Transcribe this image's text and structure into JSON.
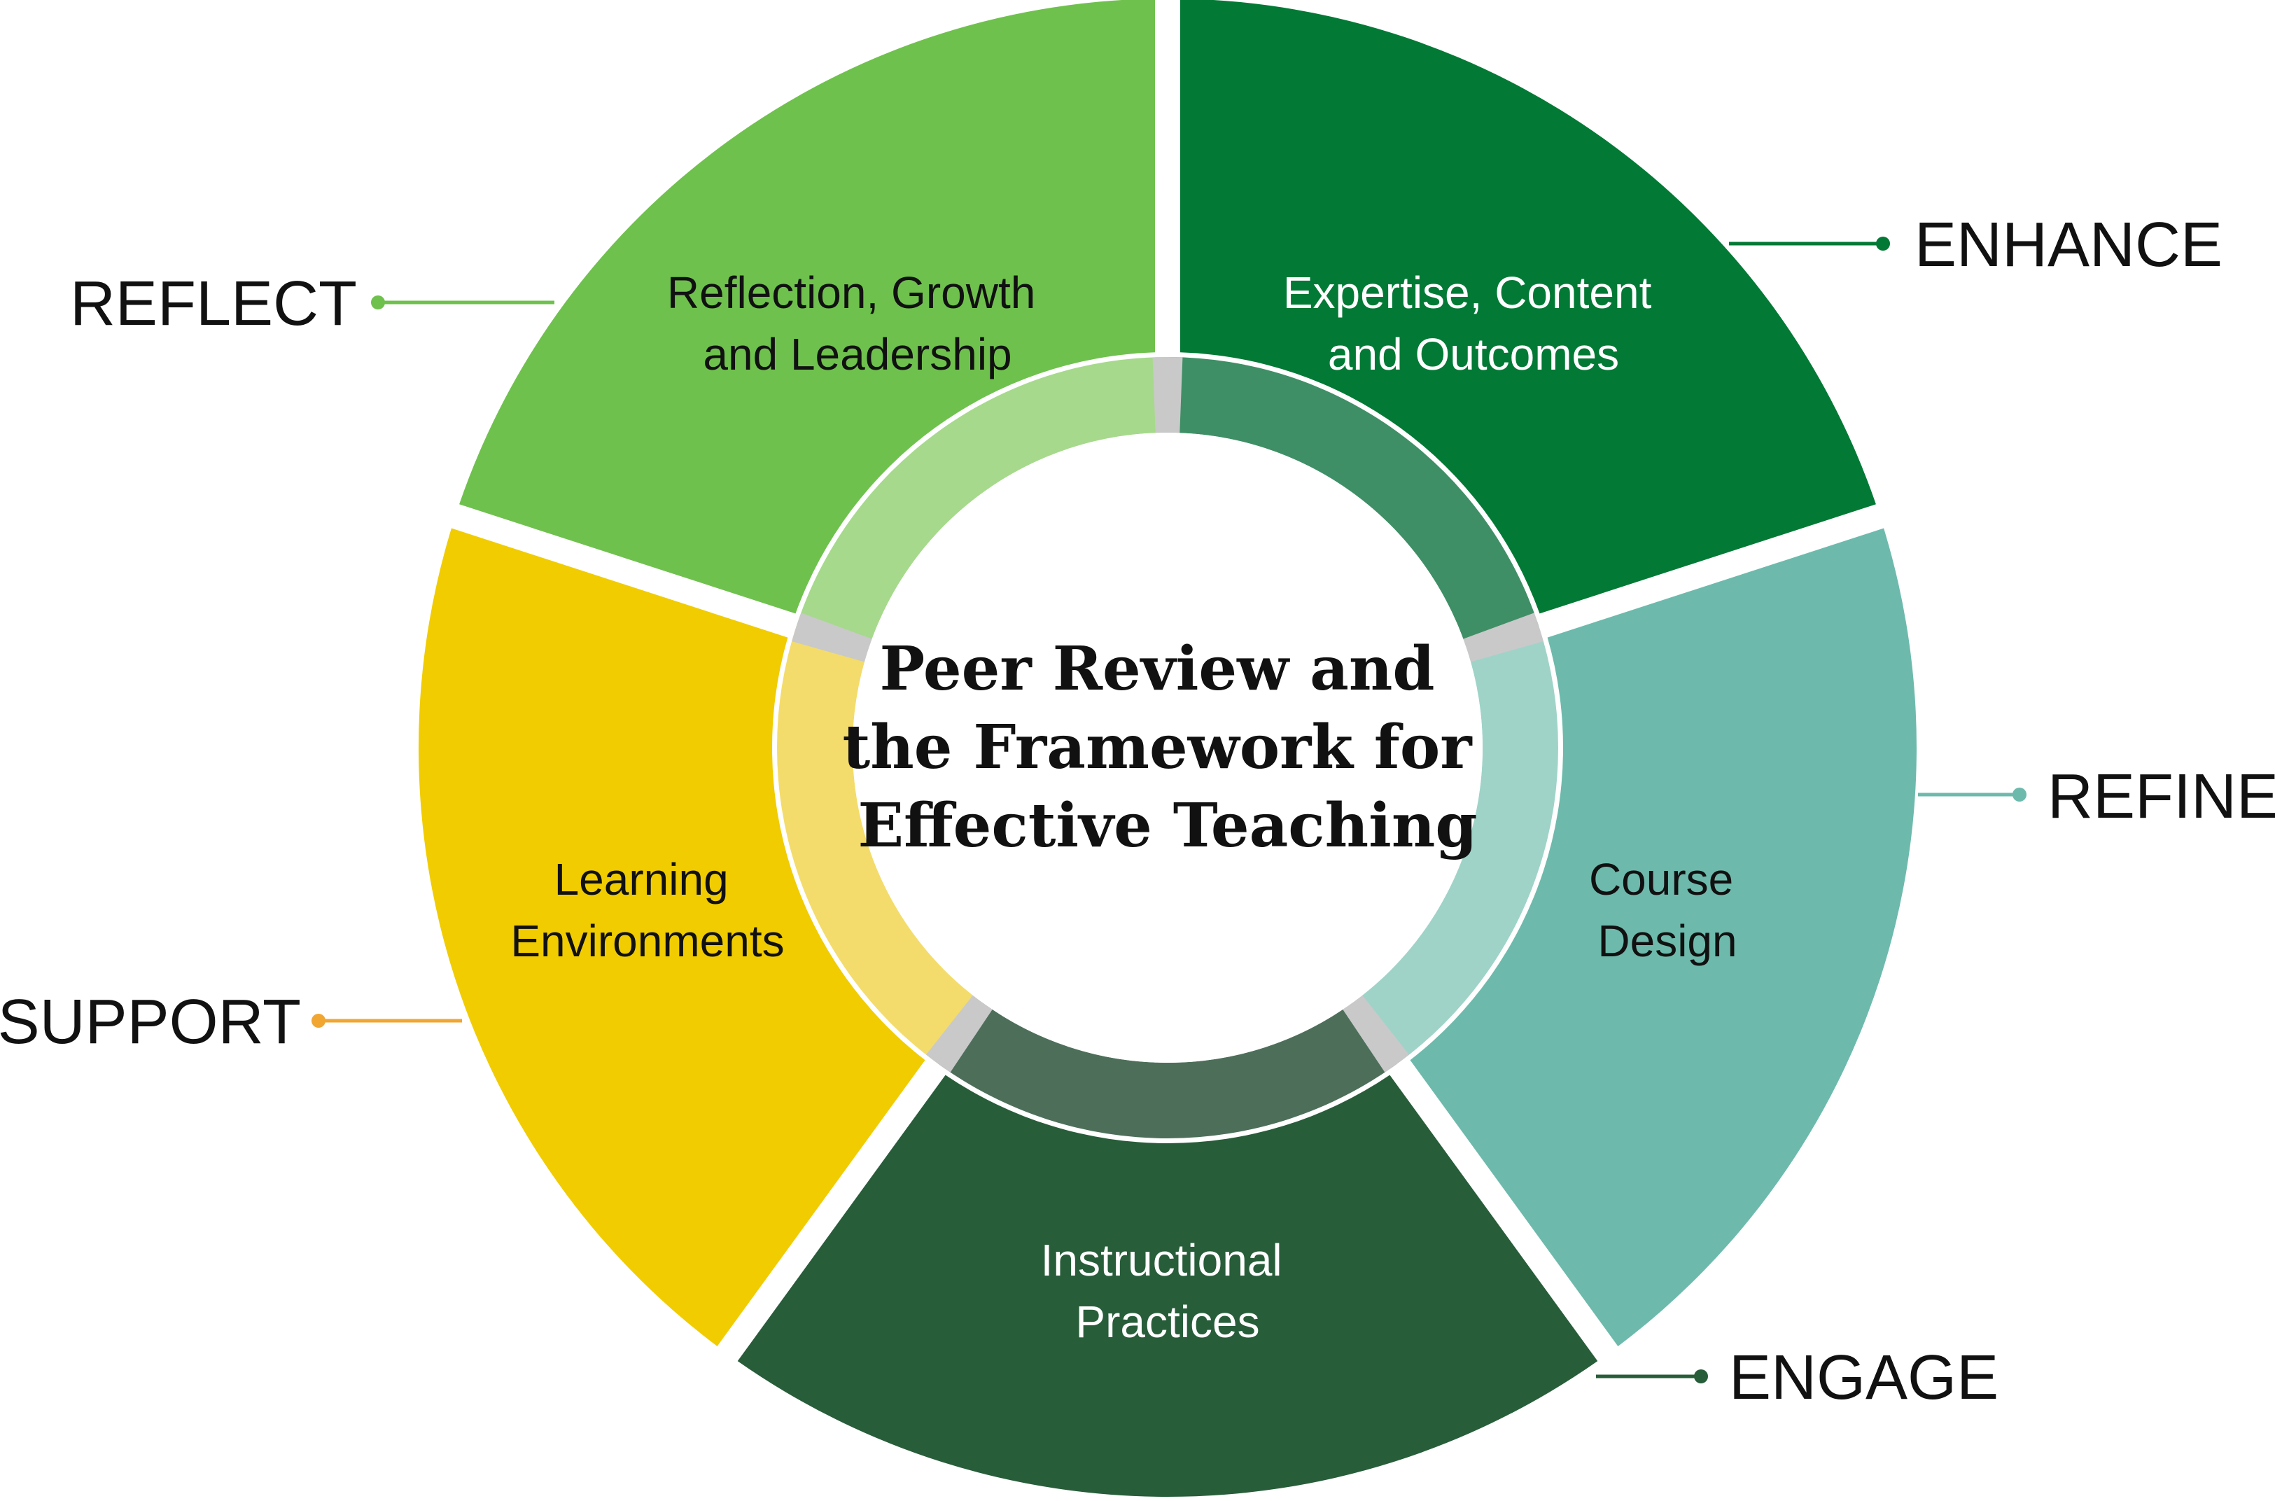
{
  "center": {
    "title_lines": [
      "Peer Review and",
      "the Framework for",
      "Effective Teaching"
    ]
  },
  "segments": [
    {
      "id": "expertise",
      "lines": [
        "Expertise, Content",
        "and Outcomes"
      ],
      "color": "#027935",
      "text_color": "#ffffff",
      "ring_color": "#3f8f66",
      "outer_label": "ENHANCE",
      "connector_color": "#027935"
    },
    {
      "id": "course-design",
      "lines": [
        "Course",
        "Design"
      ],
      "color": "#6dbaac",
      "text_color": "#111111",
      "ring_color": "#9fd3c8",
      "outer_label": "REFINE",
      "connector_color": "#6dbaac"
    },
    {
      "id": "instructional-practices",
      "lines": [
        "Instructional",
        "Practices"
      ],
      "color": "#285d3a",
      "text_color": "#ffffff",
      "ring_color": "#4d6f5a",
      "outer_label": "ENGAGE",
      "connector_color": "#285d3a"
    },
    {
      "id": "learning-environments",
      "lines": [
        "Learning",
        "Environments"
      ],
      "color": "#f0cc00",
      "text_color": "#111111",
      "ring_color": "#f3dc6b",
      "outer_label": "SUPPORT",
      "connector_color": "#f0a630"
    },
    {
      "id": "reflection",
      "lines": [
        "Reflection, Growth",
        "and Leadership"
      ],
      "color": "#6fc14d",
      "text_color": "#111111",
      "ring_color": "#a6d98c",
      "outer_label": "REFLECT",
      "connector_color": "#6fc14d"
    }
  ]
}
